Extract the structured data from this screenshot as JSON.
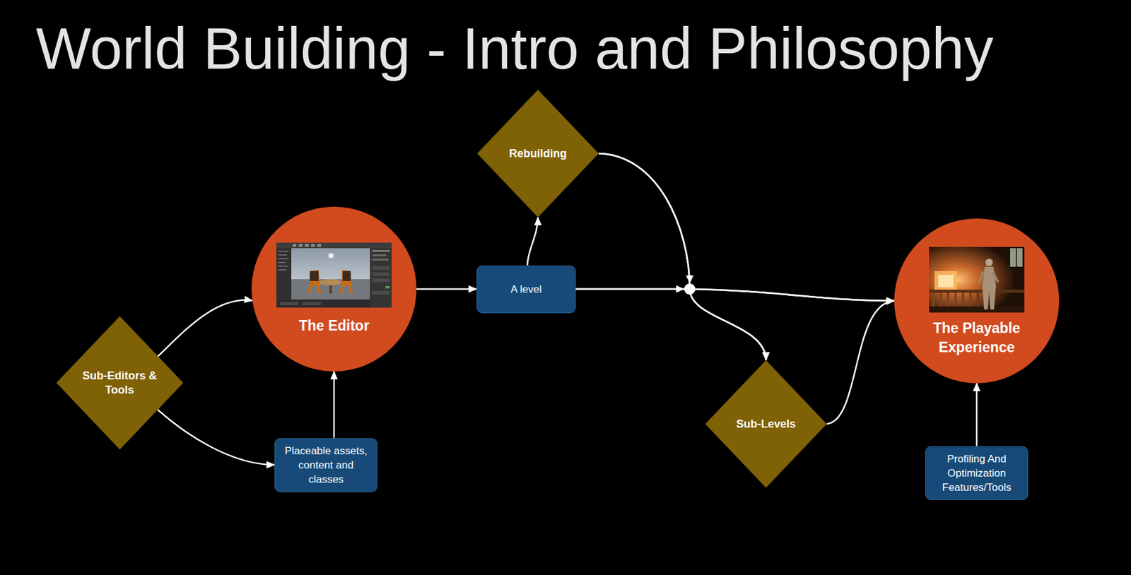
{
  "diagram": {
    "title": "World Building - Intro and Philosophy",
    "nodes": [
      {
        "text": [
          "Sub-Editors & Tools"
        ]
      },
      {
        "text": [
          "The Editor"
        ]
      },
      {
        "text": [
          "Placeable assets, content and classes"
        ]
      },
      {
        "text": [
          "A level"
        ]
      },
      {
        "text": [
          "Rebuilding"
        ]
      },
      {
        "text": [
          "Sub-Levels"
        ]
      },
      {
        "text": [
          "The Playable Experience"
        ]
      },
      {
        "text": [
          "Profiling And Optimization Features/Tools"
        ]
      }
    ],
    "edges": [
      {
        "from": 0,
        "to": 1,
        "arrow": "to"
      },
      {
        "from": 0,
        "to": 2,
        "arrow": "to"
      },
      {
        "from": 2,
        "to": 1,
        "arrow": "to"
      },
      {
        "from": 1,
        "to": 3,
        "arrow": "to"
      },
      {
        "from": 3,
        "to": 4,
        "arrow": "to"
      },
      {
        "from": 3,
        "to": 6,
        "arrow": "to"
      },
      {
        "from": 3,
        "to": 5,
        "arrow": "to"
      },
      {
        "from": 4,
        "to": 6,
        "arrow": "to"
      },
      {
        "from": 4,
        "to": 5,
        "arrow": "to"
      },
      {
        "from": 5,
        "to": 6,
        "arrow": "to"
      },
      {
        "from": 7,
        "to": 6,
        "arrow": "to"
      }
    ]
  }
}
